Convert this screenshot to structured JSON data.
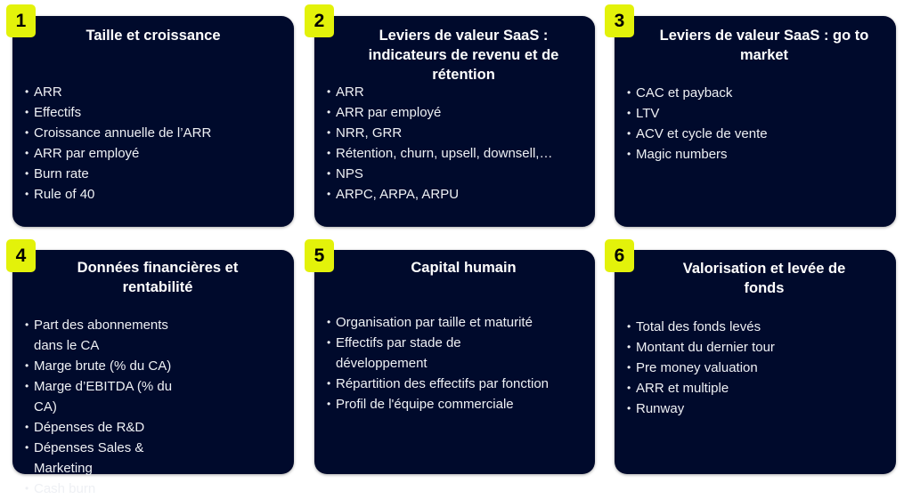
{
  "cards": [
    {
      "number": "1",
      "title": "Taille et croissance",
      "items": [
        "ARR",
        "Effectifs",
        "Croissance annuelle de l’ARR",
        "ARR par employé",
        "Burn rate",
        "Rule of 40"
      ]
    },
    {
      "number": "2",
      "title": "Leviers de valeur SaaS : indicateurs de revenu et de rétention",
      "items": [
        "ARR",
        "ARR par employé",
        "NRR, GRR",
        "Rétention, churn, upsell, downsell,…",
        "NPS",
        "ARPC, ARPA, ARPU"
      ]
    },
    {
      "number": "3",
      "title": "Leviers de valeur SaaS : go to market",
      "items": [
        "CAC et payback",
        "LTV",
        "ACV et cycle de vente",
        "Magic numbers"
      ]
    },
    {
      "number": "4",
      "title": "Données financières et rentabilité",
      "items": [
        "Part des abonnements dans le CA",
        "Marge brute (% du CA)",
        "Marge d’EBITDA (% du CA)",
        "Dépenses de R&D",
        "Dépenses Sales & Marketing",
        "Cash burn"
      ]
    },
    {
      "number": "5",
      "title": "Capital humain",
      "items": [
        "Organisation par taille et maturité",
        "Effectifs par stade de développement",
        "Répartition des effectifs par fonction",
        "Profil de l'équipe commerciale"
      ]
    },
    {
      "number": "6",
      "title": "Valorisation et levée de fonds",
      "items": [
        "Total des fonds levés",
        "Montant du dernier tour",
        "Pre money valuation",
        "ARR et multiple",
        "Runway"
      ]
    }
  ],
  "colors": {
    "card": "#000a2c",
    "badge": "#e3f20a"
  }
}
